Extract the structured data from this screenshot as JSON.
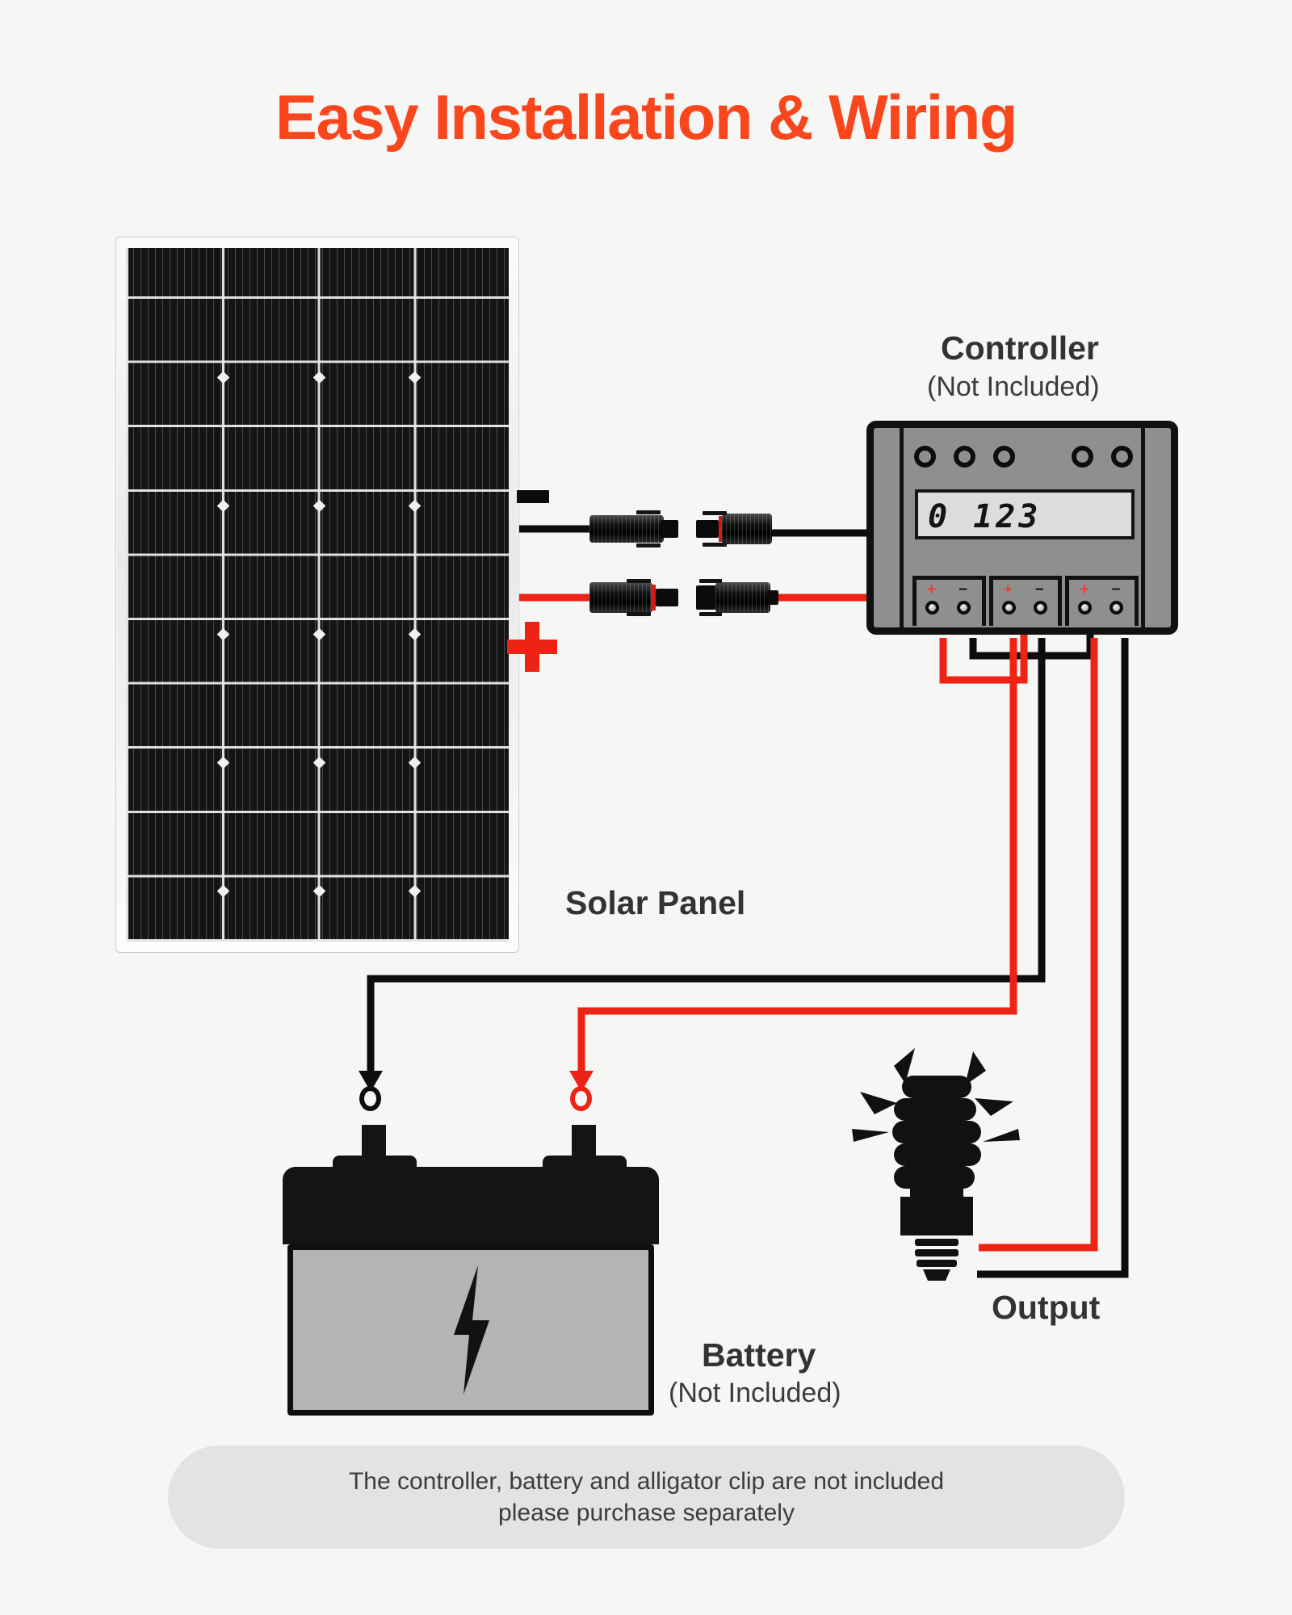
{
  "header": {
    "title": "Easy Installation & Wiring",
    "title_color": "#f9461c"
  },
  "labels": {
    "controller": "Controller",
    "controller_sub": "(Not Included)",
    "solar_panel": "Solar Panel",
    "battery": "Battery",
    "battery_sub": "(Not Included)",
    "output": "Output"
  },
  "polarity": {
    "negative_symbol": "−",
    "positive_symbol": "+"
  },
  "controller": {
    "lcd_value": "0 123",
    "led_count_left": 3,
    "led_count_right": 2,
    "terminals": [
      {
        "name": "solar-input",
        "positive": "+",
        "negative": "−"
      },
      {
        "name": "battery",
        "positive": "+",
        "negative": "−"
      },
      {
        "name": "load-output",
        "positive": "+",
        "negative": "−"
      }
    ]
  },
  "connectors": {
    "mc4_negative_male": "mc4-male-connector",
    "mc4_negative_female": "mc4-female-connector",
    "mc4_positive_male": "mc4-male-connector",
    "mc4_positive_female": "mc4-female-connector"
  },
  "colors": {
    "positive_wire": "#ee2316",
    "negative_wire": "#0d0d0f",
    "background": "#f6f6f5",
    "panel_frame": "#e9e9ea",
    "controller_body": "#8f8f8f",
    "battery_body": "#b4b4b4",
    "footer_pill": "#e3e3e3",
    "text_dark": "#333237"
  },
  "footer": {
    "line1": "The controller, battery and alligator clip are not included",
    "line2": "please purchase separately"
  }
}
